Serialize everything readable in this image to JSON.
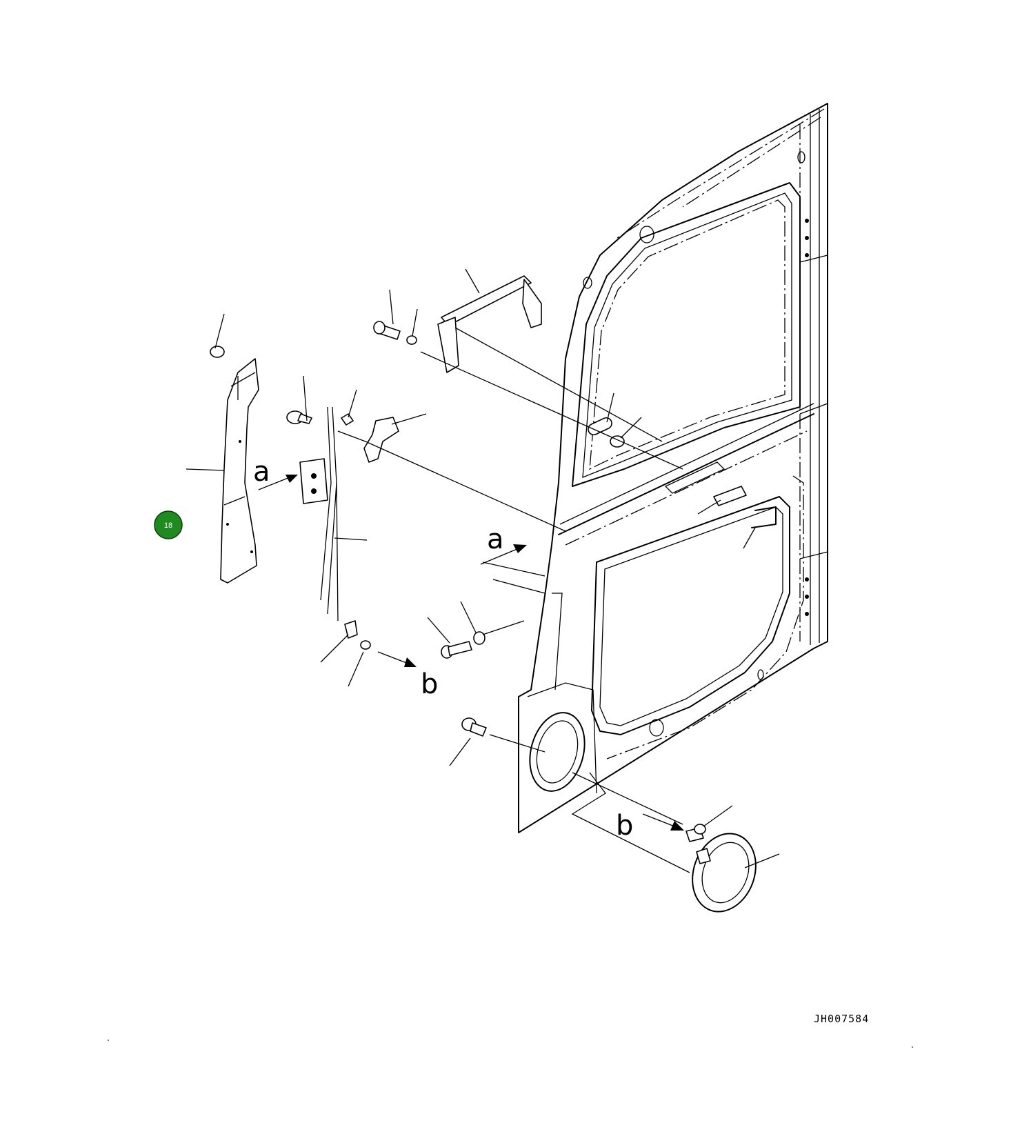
{
  "callout": {
    "number": "18",
    "color": "#1f8a1f"
  },
  "view_labels": [
    "a",
    "a",
    "b",
    "b"
  ],
  "drawing_code": "JH007584"
}
